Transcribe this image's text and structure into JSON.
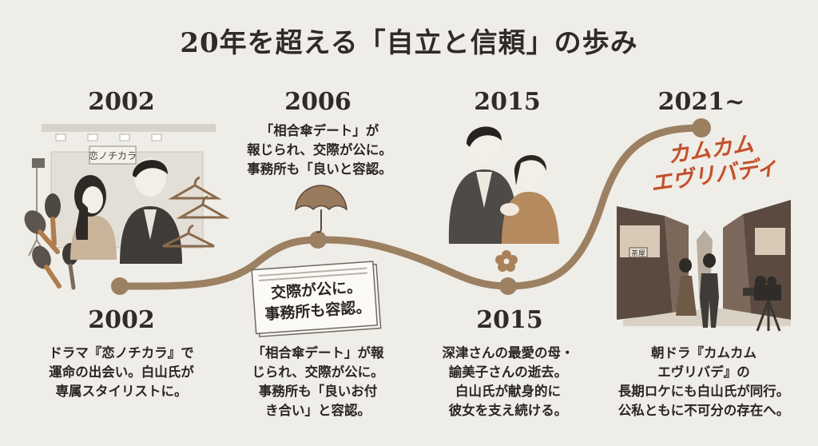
{
  "title": "20年を超える「自立と信頼」の歩み",
  "colors": {
    "timeline": "#9c8062",
    "text": "#2a2622",
    "accent_red": "#c0502e",
    "background": "#efede7"
  },
  "milestones": [
    {
      "top_year": "2002",
      "bottom_year": "2002",
      "caption": [
        "ドラマ『恋ノチカラ』で",
        "運命の出会い。白山氏が",
        "専属スタイリストに。"
      ],
      "sign_text": "恋ノチカラ"
    },
    {
      "top_year": "2006",
      "top_caption": [
        "「相合傘デート」が",
        "報じられ、交際が公に。",
        "事務所も「良いと容認。"
      ],
      "news_text": [
        "交際が公に。",
        "事務所も容認。"
      ],
      "caption": [
        "「相合傘デート」が報",
        "じられ、交際が公に。",
        "事務所も「良いお付",
        "き合い」と容認。"
      ]
    },
    {
      "top_year": "2015",
      "bottom_year": "2015",
      "caption": [
        "深津さんの最愛の母・",
        "諭美子さんの逝去。",
        "白山氏が献身的に",
        "彼女を支え続ける。"
      ]
    },
    {
      "top_year": "2021~",
      "drama_logo": [
        "カムカム",
        "エヴリバディ"
      ],
      "shop_sign": "茶屋",
      "caption": [
        "朝ドラ『カムカム",
        "エヴリバデ』の",
        "長期ロケにも白山氏が同行。",
        "公私ともに不可分の存在へ。"
      ]
    }
  ]
}
